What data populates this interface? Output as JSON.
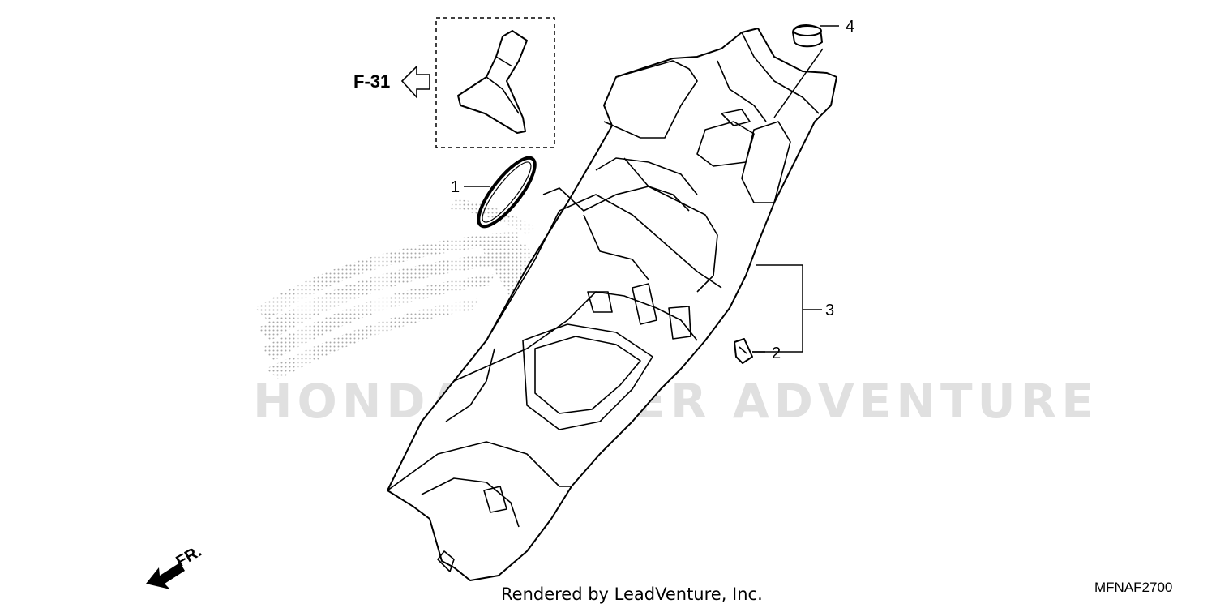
{
  "diagram": {
    "callouts": [
      {
        "id": "1",
        "label": "1"
      },
      {
        "id": "2",
        "label": "2"
      },
      {
        "id": "3",
        "label": "3"
      },
      {
        "id": "4",
        "label": "4"
      }
    ],
    "reference_label": "F-31",
    "front_label": "FR.",
    "watermark": "HONDA POWER ADVENTURE",
    "footer_credit": "Rendered by LeadVenture, Inc.",
    "diagram_code": "MFNAF2700"
  },
  "colors": {
    "line": "#000000",
    "background": "#ffffff",
    "watermark": "#c8c8c8"
  }
}
